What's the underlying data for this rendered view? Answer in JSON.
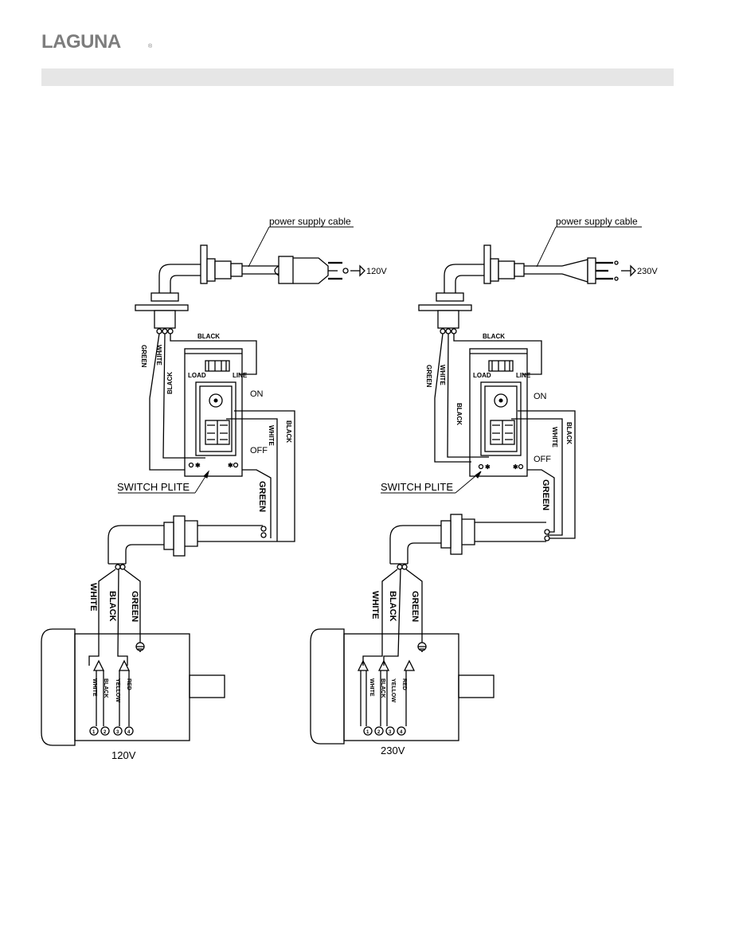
{
  "brand": {
    "name": "LAGUNA",
    "mark": "®"
  },
  "diagrams": [
    {
      "supply_label": "power supply cable",
      "voltage_in": "120V",
      "switch": {
        "load": "LOAD",
        "line": "LINE",
        "on": "ON",
        "off": "OFF",
        "plate": "SWITCH PLITE"
      },
      "switch_wires": {
        "black_top": "BLACK",
        "green": "GREEN",
        "white": "WHITE",
        "black_left": "BLACK",
        "white_out": "WHITE",
        "black_out": "BLACK",
        "green_out": "GREEN"
      },
      "motor_wires": {
        "white": "WHITE",
        "black": "BLACK",
        "green": "GREEN"
      },
      "terminals": [
        "WHITE",
        "BLACK",
        "YELLOW",
        "RED"
      ],
      "terminal_numbers": [
        "1",
        "2",
        "3",
        "4"
      ],
      "motor_voltage": "120V"
    },
    {
      "supply_label": "power supply cable",
      "voltage_in": "230V",
      "switch": {
        "load": "LOAD",
        "line": "LINE",
        "on": "ON",
        "off": "OFF",
        "plate": "SWITCH PLITE"
      },
      "switch_wires": {
        "black_top": "BLACK",
        "green": "GREEN",
        "white": "WHITE",
        "black_left": "BLACK",
        "white_out": "WHITE",
        "black_out": "BLACK",
        "green_out": "GREEN"
      },
      "motor_wires": {
        "white": "WHITE",
        "black": "BLACK",
        "green": "GREEN"
      },
      "terminals": [
        "WHITE",
        "BLACK",
        "YELLOW",
        "RED"
      ],
      "terminal_numbers": [
        "1",
        "2",
        "3",
        "4"
      ],
      "motor_voltage": "230V"
    }
  ]
}
